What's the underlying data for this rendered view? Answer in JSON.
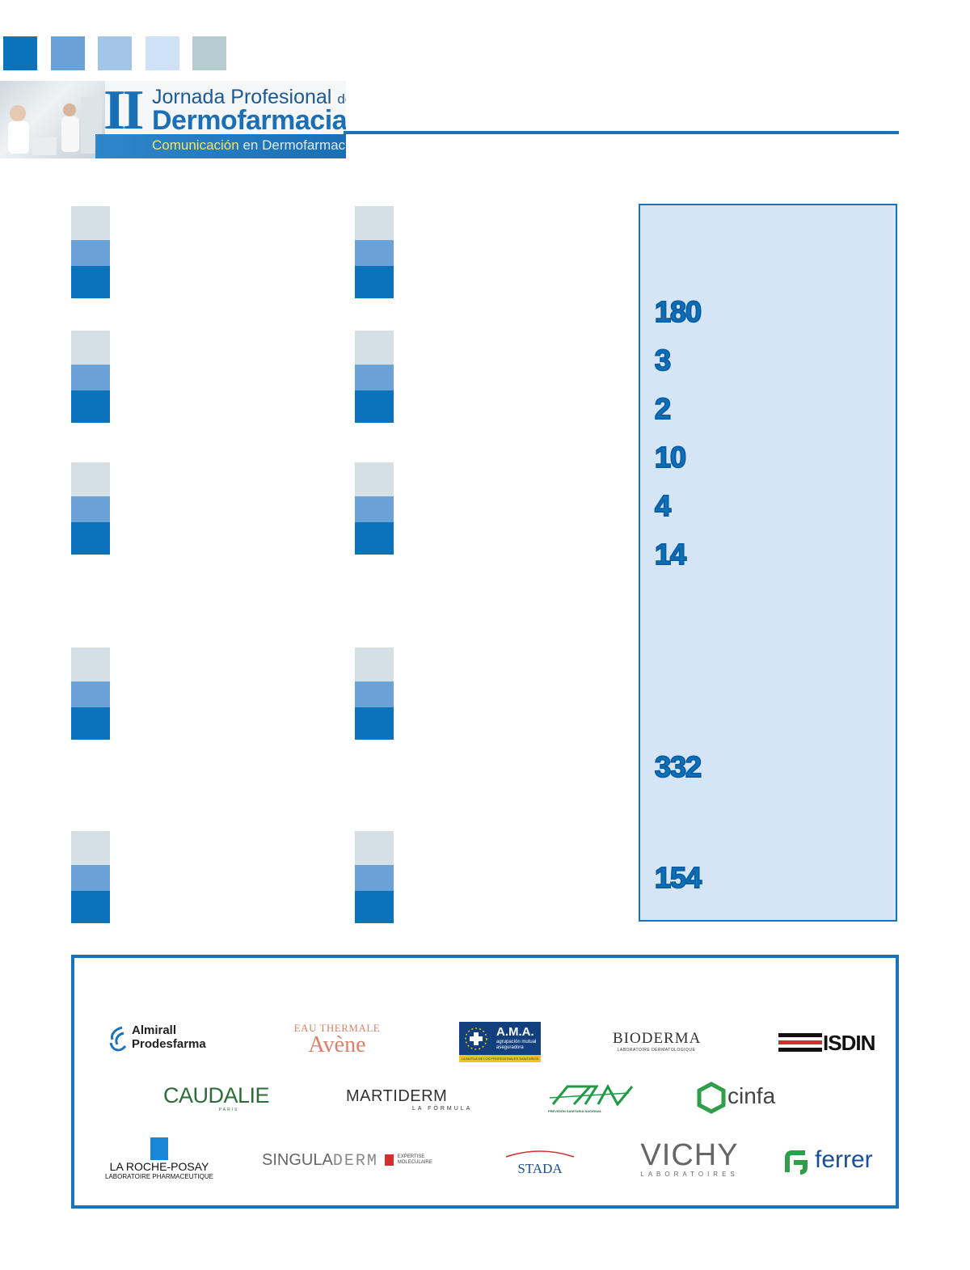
{
  "header": {
    "square_colors": [
      "#0b72bc",
      "#6aa1d6",
      "#a3c6e8",
      "#cfe1f4",
      "#b6cbd2"
    ],
    "banner": {
      "roman": "II",
      "line1": "Jornada Profesional",
      "line1_suffix": "de",
      "line2": "Dermofarmacia",
      "line3_a": "Comunicación",
      "line3_b": "en Dermofarmacia"
    }
  },
  "stats": {
    "values": [
      "180",
      "3",
      "2",
      "10",
      "4",
      "14",
      "332",
      "154"
    ]
  },
  "sponsors": {
    "almirall": {
      "line1": "Almirall",
      "line2": "Prodesfarma"
    },
    "avene": {
      "line1": "EAU THERMALE",
      "line2": "Avène"
    },
    "ama": {
      "title": "A.M.A.",
      "sub1": "agrupación mutual",
      "sub2": "aseguradora",
      "tagline": "LA MUTUA DE LOS PROFESIONALES SANITARIOS"
    },
    "bioderma": {
      "name": "BIODERMA",
      "sub": "LABORATOIRE DERMATOLOGIQUE"
    },
    "isdin": {
      "name": "ISDIN"
    },
    "caudalie": {
      "name": "CAUDALIE",
      "sub": "PARIS"
    },
    "martiderm": {
      "name": "MARTIDERM",
      "sub": "LA FÓRMULA"
    },
    "psn": {
      "name": "PSN",
      "sub": "PREVISIÓN SANITARIA NACIONAL"
    },
    "cinfa": {
      "name": "cinfa"
    },
    "laroche": {
      "name": "LA ROCHE-POSAY",
      "sub": "LABORATOIRE PHARMACEUTIQUE"
    },
    "singuladerm": {
      "name_a": "SINGULA",
      "name_b": "DERM",
      "tag1": "EXPERTISE",
      "tag2": "MOLECULAIRE"
    },
    "stada": {
      "name": "STADA"
    },
    "vichy": {
      "name": "VICHY",
      "sub": "LABORATOIRES"
    },
    "ferrer": {
      "name": "ferrer"
    }
  }
}
